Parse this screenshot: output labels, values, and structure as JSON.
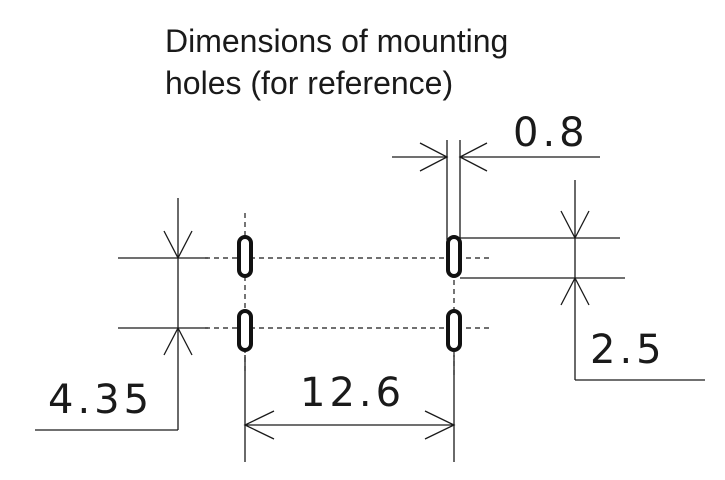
{
  "title": {
    "line1": "Dimensions of mounting",
    "line2": "holes (for reference)"
  },
  "dimensions": {
    "slot_width": "0.8",
    "slot_pitch": "2.5",
    "row_spacing": "4.35",
    "column_spacing": "12.6"
  },
  "colors": {
    "ink": "#1a1a1a",
    "background": "#ffffff"
  }
}
